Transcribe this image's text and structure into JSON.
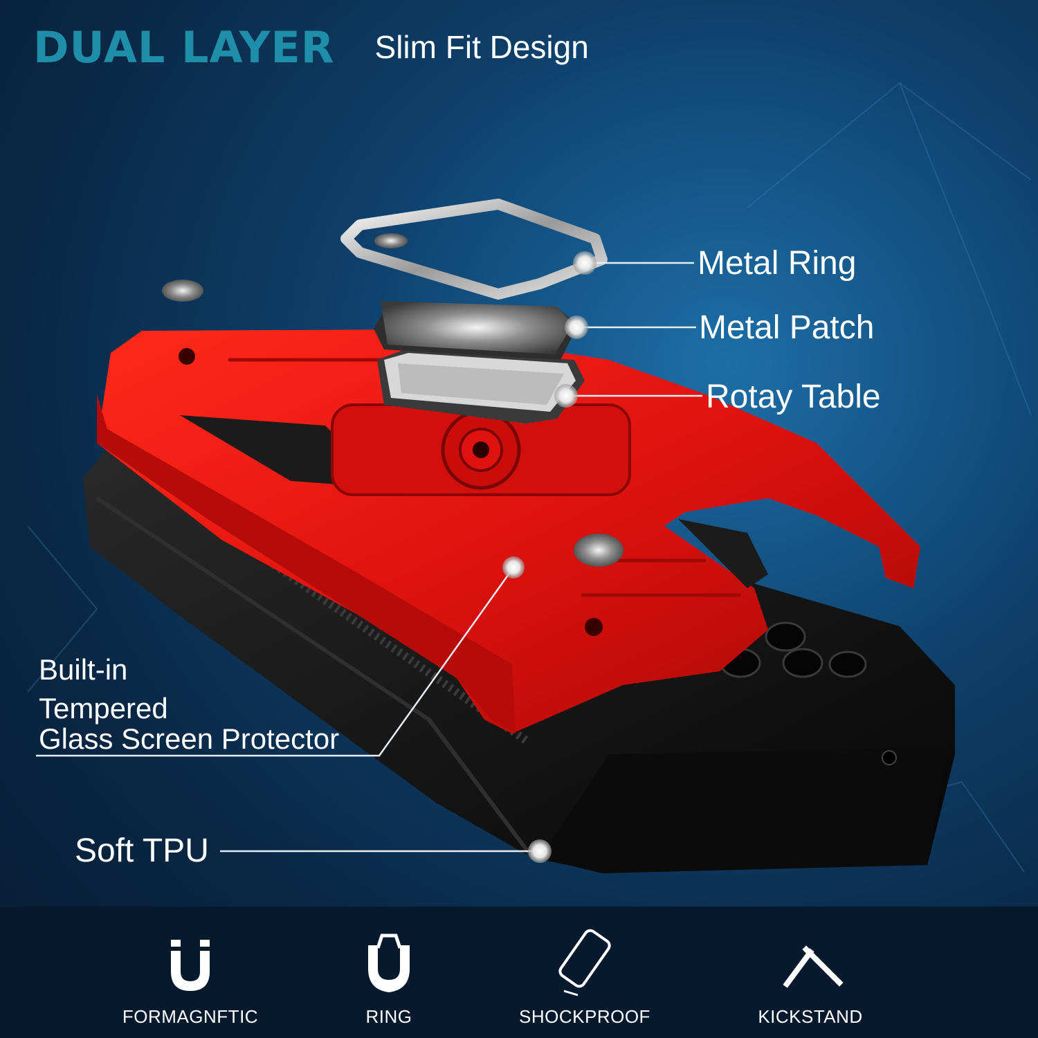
{
  "header": {
    "title": "DUAL LAYER",
    "subtitle": "Slim Fit Design"
  },
  "callouts": {
    "metal_ring": "Metal Ring",
    "metal_patch": "Metal Patch",
    "rotary_table": "Rotay Table",
    "soft_tpu": "Soft TPU"
  },
  "screen_protector": {
    "line1": "Built-in",
    "line2": "Tempered",
    "line3": "Glass Screen Protector"
  },
  "features": [
    {
      "label": "FORMAGNFTIC",
      "icon": "magnet-icon"
    },
    {
      "label": "RING",
      "icon": "ring-icon"
    },
    {
      "label": "SHOCKPROOF",
      "icon": "phone-shockproof-icon"
    },
    {
      "label": "KICKSTAND",
      "icon": "kickstand-icon"
    }
  ],
  "colors": {
    "background": "#0e3f6a",
    "title_accent": "#1f8ea8",
    "case_red": "#e0120f",
    "case_black": "#141414",
    "bottom_bar": "#07192d"
  }
}
